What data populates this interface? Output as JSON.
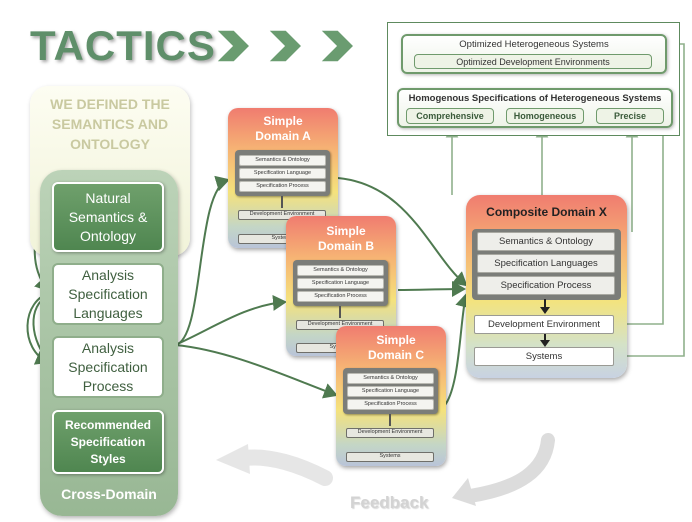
{
  "title": "TACTICS",
  "left": {
    "defined_lines": [
      "WE DEFINED THE",
      "SEMANTICS AND",
      "ONTOLOGY"
    ],
    "natural_lines": [
      "Natural",
      "Semantics &",
      "Ontology"
    ],
    "analysis_spec_lines": [
      "Analysis",
      "Specification",
      "Languages"
    ],
    "analysis_proc_lines": [
      "Analysis",
      "Specification",
      "Process"
    ],
    "recommended_lines": [
      "Recommended",
      "Specification",
      "Styles"
    ],
    "cross_domain": "Cross-Domain"
  },
  "simple_domains": {
    "a": {
      "title_1": "Simple",
      "title_2": "Domain A"
    },
    "b": {
      "title_1": "Simple",
      "title_2": "Domain B"
    },
    "c": {
      "title_1": "Simple",
      "title_2": "Domain C"
    },
    "items": {
      "semantics": "Semantics & Ontology",
      "spec_lang": "Specification Language",
      "spec_proc": "Specification Process",
      "dev_env": "Development Environment",
      "systems": "Systems"
    }
  },
  "composite": {
    "title": "Composite  Domain X",
    "semantics": "Semantics & Ontology",
    "spec_langs": "Specification Languages",
    "spec_proc": "Specification Process",
    "dev_env": "Development Environment",
    "systems": "Systems"
  },
  "top_right": {
    "optimized_systems": "Optimized Heterogeneous Systems",
    "optimized_dev": "Optimized Development Environments",
    "homogenous_specs": "Homogenous Specifications of Heterogeneous Systems",
    "comprehensive": "Comprehensive",
    "homogeneous": "Homogeneous",
    "precise": "Precise"
  },
  "feedback": "Feedback",
  "colors": {
    "green_dark": "#4f8650",
    "green_panel": "#a9c4a5",
    "title_green": "#5f8f6a",
    "connector": "#4f7a50",
    "feedback_gray": "#d3d3d3"
  }
}
